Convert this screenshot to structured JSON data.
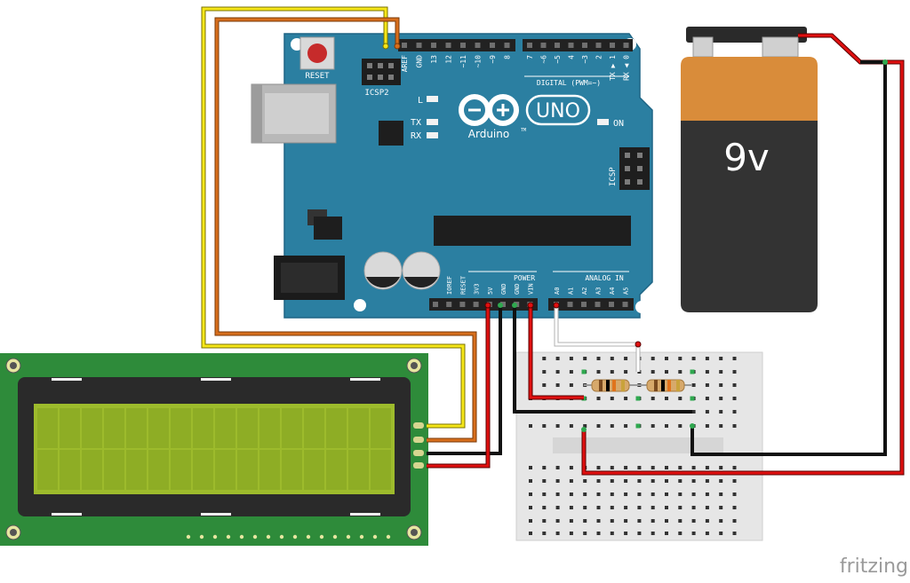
{
  "arduino": {
    "reset_label": "RESET",
    "icsp2_label": "ICSP2",
    "icsp_label": "ICSP",
    "l_label": "L",
    "tx_label": "TX",
    "rx_label": "RX",
    "on_label": "ON",
    "brand_label": "Arduino",
    "tm_label": "TM",
    "model_label": "UNO",
    "digital_label": "DIGITAL (PWM=~)",
    "power_label": "POWER",
    "analog_label": "ANALOG IN",
    "top_pins": [
      "AREF",
      "GND",
      "13",
      "12",
      "~11",
      "~10",
      "~9",
      "8",
      "7",
      "~6",
      "~5",
      "4",
      "~3",
      "2",
      "TX ▶ 1",
      "RX ◀ 0"
    ],
    "power_pins": [
      "IOREF",
      "RESET",
      "3V3",
      "5V",
      "GND",
      "GND",
      "VIN"
    ],
    "analog_pins": [
      "A0",
      "A1",
      "A2",
      "A3",
      "A4",
      "A5"
    ],
    "colors": {
      "board": "#2b7fa1",
      "header": "#222222",
      "silk": "#ffffff"
    }
  },
  "battery": {
    "label": "9v",
    "colors": {
      "top": "#d98c3a",
      "body": "#333333",
      "terminal": "#d0d0d0"
    }
  },
  "lcd": {
    "colors": {
      "pcb": "#2e8b3a",
      "bezel": "#2a2a2a",
      "screen": "#9dbb2c"
    }
  },
  "breadboard": {
    "colors": {
      "board": "#e6e6e6",
      "hole": "#333333",
      "rail_dot": "#2fa84f"
    }
  },
  "resistors": {
    "colors": {
      "body": "#d7a96b",
      "bands": [
        "#7a4a1f",
        "#000000",
        "#e0731c",
        "#c9a23b"
      ]
    }
  },
  "wires": {
    "colors": {
      "yellow": "#f5e619",
      "orange": "#d76e1c",
      "red": "#e01010",
      "black": "#111111",
      "white": "#ffffff"
    }
  },
  "watermark": {
    "text": "fritzing"
  }
}
